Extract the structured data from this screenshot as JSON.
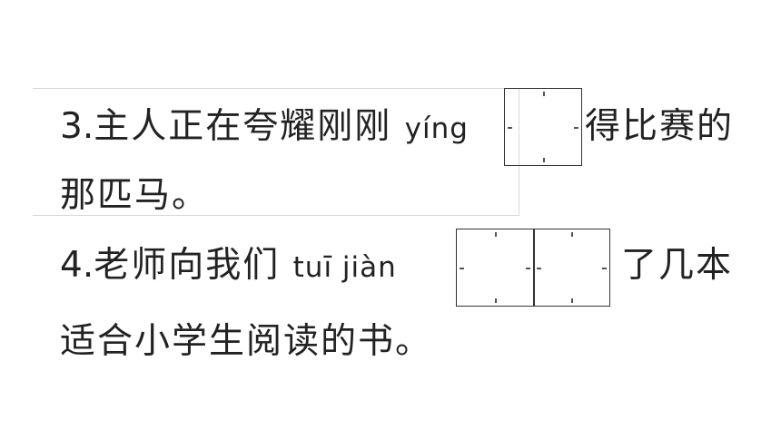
{
  "q3": {
    "number": "3.",
    "text_before": "主人正在夸耀刚刚",
    "pinyin": "yíng",
    "text_after": "得比赛的",
    "line2": "那匹马。"
  },
  "q4": {
    "number": "4.",
    "text_before": "老师向我们",
    "pinyin": "tuī jiàn",
    "text_after": "了几本",
    "line2": "适合小学生阅读的书。"
  }
}
